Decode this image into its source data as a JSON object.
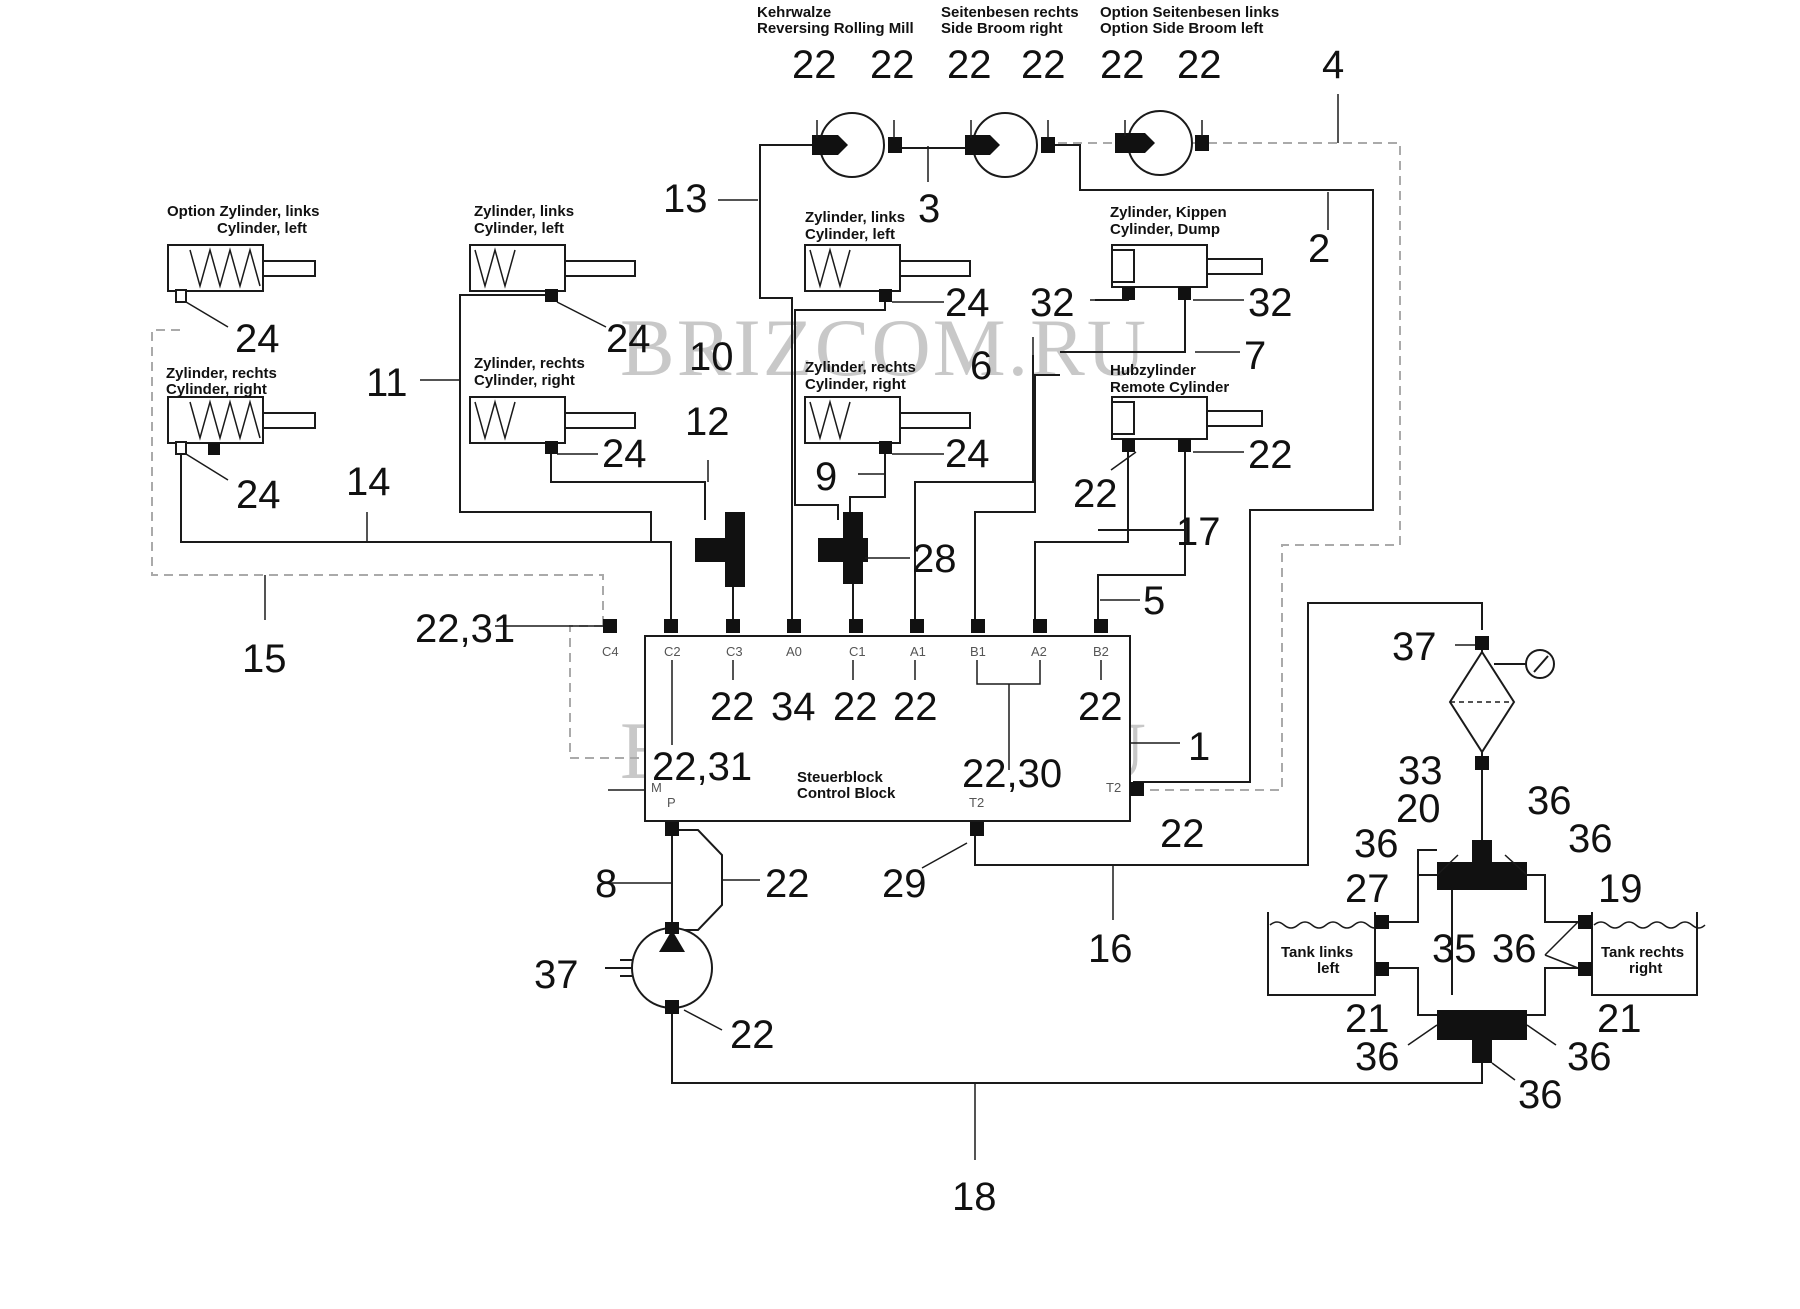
{
  "components": {
    "motor_mill": {
      "label_de": "Kehrwalze",
      "label_en": "Reversing Rolling Mill"
    },
    "motor_side_right": {
      "label_de": "Seitenbesen rechts",
      "label_en": "Side Broom right"
    },
    "motor_side_left": {
      "label_de": "Option Seitenbesen links",
      "label_en": "Option Side Broom left"
    },
    "cyl_option_left": {
      "label_de": "Option Zylinder, links",
      "label_en": "Cylinder, left"
    },
    "cyl_right_far": {
      "label_de": "Zylinder, rechts",
      "label_en": "Cylinder, right"
    },
    "cyl_left_mid": {
      "label_de": "Zylinder, links",
      "label_en": "Cylinder, left"
    },
    "cyl_right_mid": {
      "label_de": "Zylinder, rechts",
      "label_en": "Cylinder, right"
    },
    "cyl_left_center": {
      "label_de": "Zylinder, links",
      "label_en": "Cylinder, left"
    },
    "cyl_right_center": {
      "label_de": "Zylinder, rechts",
      "label_en": "Cylinder, right"
    },
    "cyl_dump": {
      "label_de": "Zylinder, Kippen",
      "label_en": "Cylinder, Dump"
    },
    "cyl_remote": {
      "label_de": "Hubzylinder",
      "label_en": "Remote Cylinder"
    },
    "control_block": {
      "label_de": "Steuerblock",
      "label_en": "Control Block"
    },
    "tank_left": {
      "label_de": "Tank links",
      "label_en": "left"
    },
    "tank_right": {
      "label_de": "Tank rechts",
      "label_en": "right"
    }
  },
  "ports": [
    "C4",
    "C2",
    "C3",
    "A0",
    "C1",
    "A1",
    "B1",
    "A2",
    "B2",
    "M",
    "P",
    "T2",
    "T2"
  ],
  "callouts": {
    "c1": "1",
    "c2": "2",
    "c3": "3",
    "c4": "4",
    "c5": "5",
    "c6": "6",
    "c7": "7",
    "c8": "8",
    "c9": "9",
    "c10": "10",
    "c11": "11",
    "c12": "12",
    "c13": "13",
    "c14": "14",
    "c15": "15",
    "c16": "16",
    "c17": "17",
    "c18": "18",
    "c19": "19",
    "c20": "20",
    "c21a": "21",
    "c21b": "21",
    "c22_m1": "22",
    "c22_m2": "22",
    "c22_m3": "22",
    "c22_m4": "22",
    "c22_m5": "22",
    "c22_m6": "22",
    "c24_a": "24",
    "c24_b": "24",
    "c24_c": "24",
    "c24_d": "24",
    "c24_e": "24",
    "c24_f": "24",
    "c32_a": "32",
    "c32_b": "32",
    "c22_rem_a": "22",
    "c22_rem_b": "22",
    "c28": "28",
    "c2231_a": "22,31",
    "c2231_b": "22,31",
    "c2230": "22,30",
    "c22_cb1": "22",
    "c34": "34",
    "c22_cb2": "22",
    "c22_cb3": "22",
    "c22_cb4": "22",
    "c22_t2": "22",
    "c29": "29",
    "c22_pump_a": "22",
    "c22_pump_b": "22",
    "c37_pump": "37",
    "c37_filter": "37",
    "c33": "33",
    "c36_a": "36",
    "c36_b": "36",
    "c36_c": "36",
    "c36_d": "36",
    "c36_e": "36",
    "c36_f": "36",
    "c36_g": "36",
    "c27": "27",
    "c35": "35"
  },
  "watermark": "BRIZCOM.RU"
}
